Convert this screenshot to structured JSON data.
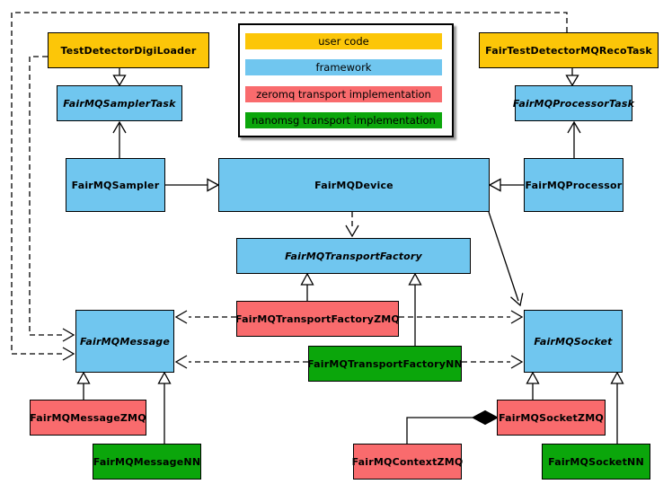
{
  "diagram": {
    "type": "uml-class-diagram",
    "legend": {
      "items": [
        {
          "label": "user code",
          "category": "user-code",
          "color": "#FCC608"
        },
        {
          "label": "framework",
          "category": "framework",
          "color": "#70C6EF"
        },
        {
          "label": "zeromq transport implementation",
          "category": "zeromq",
          "color": "#F96B6D"
        },
        {
          "label": "nanomsg transport implementation",
          "category": "nanomsg",
          "color": "#0BA60B"
        }
      ]
    },
    "nodes": [
      {
        "id": "test-detector-digi-loader",
        "label": "TestDetectorDigiLoader",
        "category": "user-code",
        "abstract": false
      },
      {
        "id": "fair-test-detector-mq-reco-task",
        "label": "FairTestDetectorMQRecoTask",
        "category": "user-code",
        "abstract": false
      },
      {
        "id": "fairmq-sampler-task",
        "label": "FairMQSamplerTask",
        "category": "framework",
        "abstract": true
      },
      {
        "id": "fairmq-processor-task",
        "label": "FairMQProcessorTask",
        "category": "framework",
        "abstract": true
      },
      {
        "id": "fairmq-sampler",
        "label": "FairMQSampler",
        "category": "framework",
        "abstract": false
      },
      {
        "id": "fairmq-device",
        "label": "FairMQDevice",
        "category": "framework",
        "abstract": false
      },
      {
        "id": "fairmq-processor",
        "label": "FairMQProcessor",
        "category": "framework",
        "abstract": false
      },
      {
        "id": "fairmq-transport-factory",
        "label": "FairMQTransportFactory",
        "category": "framework",
        "abstract": true
      },
      {
        "id": "fairmq-transport-factory-zmq",
        "label": "FairMQTransportFactoryZMQ",
        "category": "zeromq",
        "abstract": false
      },
      {
        "id": "fairmq-transport-factory-nn",
        "label": "FairMQTransportFactoryNN",
        "category": "nanomsg",
        "abstract": false
      },
      {
        "id": "fairmq-message",
        "label": "FairMQMessage",
        "category": "framework",
        "abstract": true
      },
      {
        "id": "fairmq-socket",
        "label": "FairMQSocket",
        "category": "framework",
        "abstract": true
      },
      {
        "id": "fairmq-message-zmq",
        "label": "FairMQMessageZMQ",
        "category": "zeromq",
        "abstract": false
      },
      {
        "id": "fairmq-message-nn",
        "label": "FairMQMessageNN",
        "category": "nanomsg",
        "abstract": false
      },
      {
        "id": "fairmq-context-zmq",
        "label": "FairMQContextZMQ",
        "category": "zeromq",
        "abstract": false
      },
      {
        "id": "fairmq-socket-zmq",
        "label": "FairMQSocketZMQ",
        "category": "zeromq",
        "abstract": false
      },
      {
        "id": "fairmq-socket-nn",
        "label": "FairMQSocketNN",
        "category": "nanomsg",
        "abstract": false
      }
    ],
    "edges": [
      {
        "from": "TestDetectorDigiLoader",
        "to": "FairMQSamplerTask",
        "type": "generalization-solid-hollow-triangle"
      },
      {
        "from": "FairTestDetectorMQRecoTask",
        "to": "FairMQProcessorTask",
        "type": "generalization-solid-hollow-triangle"
      },
      {
        "from": "FairMQSampler",
        "to": "FairMQSamplerTask",
        "type": "solid-open-arrow"
      },
      {
        "from": "FairMQProcessor",
        "to": "FairMQProcessorTask",
        "type": "solid-open-arrow"
      },
      {
        "from": "FairMQSampler",
        "to": "FairMQDevice",
        "type": "generalization-solid-hollow-triangle"
      },
      {
        "from": "FairMQProcessor",
        "to": "FairMQDevice",
        "type": "generalization-solid-hollow-triangle"
      },
      {
        "from": "FairMQDevice",
        "to": "FairMQTransportFactory",
        "type": "dashed-dependency"
      },
      {
        "from": "FairMQDevice",
        "to": "FairMQSocket",
        "type": "solid-open-arrow"
      },
      {
        "from": "FairMQTransportFactoryZMQ",
        "to": "FairMQTransportFactory",
        "type": "generalization-solid-hollow-triangle"
      },
      {
        "from": "FairMQTransportFactoryNN",
        "to": "FairMQTransportFactory",
        "type": "generalization-solid-hollow-triangle"
      },
      {
        "from": "FairMQTransportFactoryZMQ",
        "to": "FairMQMessage",
        "type": "dashed-dependency"
      },
      {
        "from": "FairMQTransportFactoryZMQ",
        "to": "FairMQSocket",
        "type": "dashed-dependency"
      },
      {
        "from": "FairMQTransportFactoryNN",
        "to": "FairMQMessage",
        "type": "dashed-dependency"
      },
      {
        "from": "FairMQTransportFactoryNN",
        "to": "FairMQSocket",
        "type": "dashed-dependency"
      },
      {
        "from": "FairMQMessageZMQ",
        "to": "FairMQMessage",
        "type": "generalization-solid-hollow-triangle"
      },
      {
        "from": "FairMQMessageNN",
        "to": "FairMQMessage",
        "type": "generalization-solid-hollow-triangle"
      },
      {
        "from": "FairMQSocketZMQ",
        "to": "FairMQSocket",
        "type": "generalization-solid-hollow-triangle"
      },
      {
        "from": "FairMQSocketNN",
        "to": "FairMQSocket",
        "type": "generalization-solid-hollow-triangle"
      },
      {
        "from": "FairMQContextZMQ",
        "to": "FairMQSocketZMQ",
        "type": "composition-filled-diamond"
      },
      {
        "from": "FairTestDetectorMQRecoTask",
        "to": "FairMQMessage",
        "type": "dashed-dependency"
      },
      {
        "from": "TestDetectorDigiLoader",
        "to": "FairMQMessage",
        "type": "dashed-dependency"
      }
    ]
  }
}
